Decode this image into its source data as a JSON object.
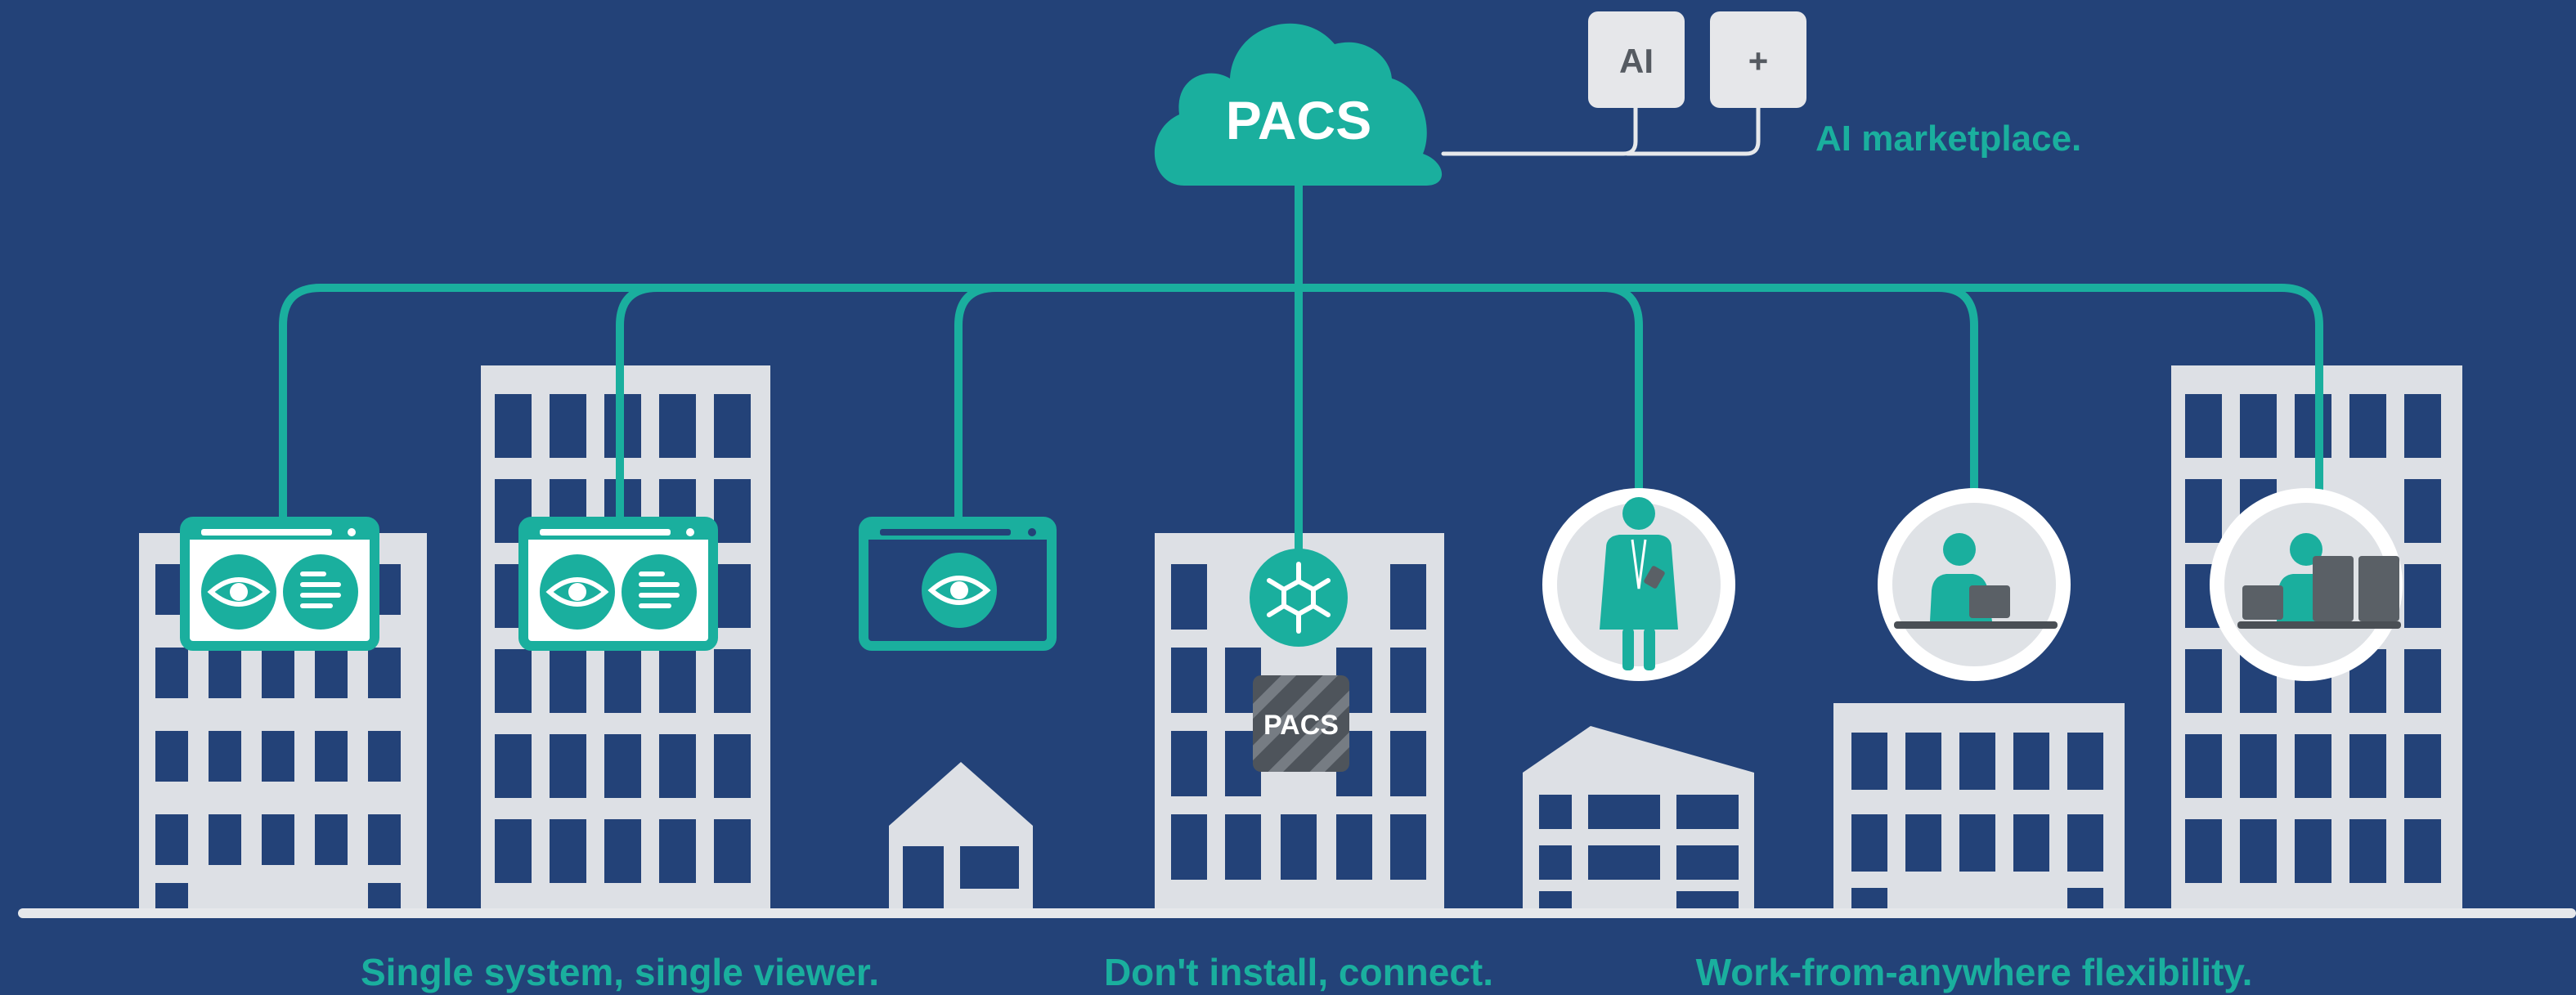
{
  "colors": {
    "background": "#234278",
    "accent": "#1aaf9e",
    "building": "#dde0e5",
    "badge_bg": "#e6e7ea",
    "badge_text": "#555a61",
    "dark_device": "#5a6066"
  },
  "cloud": {
    "label": "PACS",
    "icon": "cloud-icon"
  },
  "marketplace": {
    "badges": [
      {
        "label": "AI"
      },
      {
        "label": "+"
      }
    ],
    "caption": "AI marketplace."
  },
  "hub": {
    "icon": "network-hub-icon",
    "box_label": "PACS"
  },
  "viewers": [
    {
      "icon": "eye-icon",
      "secondary_icon": "report-icon"
    },
    {
      "icon": "eye-icon",
      "secondary_icon": "report-icon"
    },
    {
      "icon": "eye-icon"
    }
  ],
  "people": [
    {
      "icon": "doctor-standing-icon"
    },
    {
      "icon": "doctor-laptop-icon"
    },
    {
      "icon": "doctor-workstation-icon"
    }
  ],
  "captions": {
    "left": "Single system, single viewer.",
    "middle": "Don't install, connect.",
    "right": "Work-from-anywhere flexibility."
  }
}
